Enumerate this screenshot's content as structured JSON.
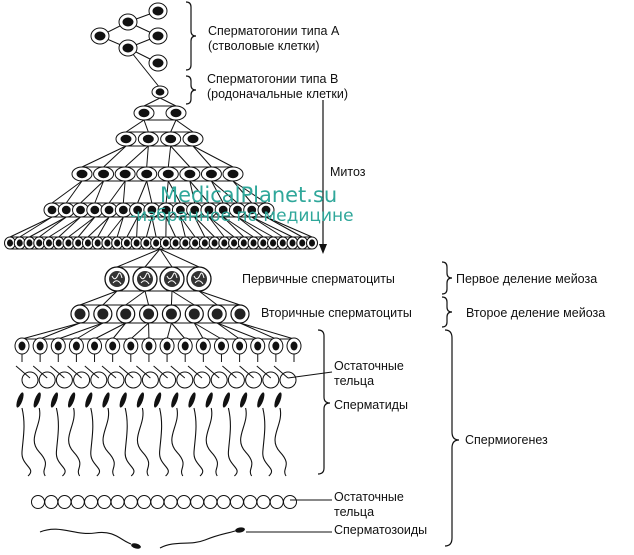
{
  "labels": {
    "sg_a_line1": "Сперматогонии типа А",
    "sg_a_line2": "(стволовые клетки)",
    "sg_b_line1": "Сперматогонии типа В",
    "sg_b_line2": "(родоначальные клетки)",
    "mitosis": "Митоз",
    "primary": "Первичные сперматоциты",
    "first_division": "Первое деление мейоза",
    "secondary": "Вторичные сперматоциты",
    "second_division": "Второе деление мейоза",
    "residual1_line1": "Остаточные",
    "residual1_line2": "тельца",
    "spermatids": "Сперматиды",
    "spermiogenesis": "Спермиогенез",
    "residual2_line1": "Остаточные",
    "residual2_line2": "тельца",
    "spermatozoa": "Сперматозоиды"
  },
  "watermark": {
    "line1": "MedicalPlanet.su",
    "line2": "-избранное по медицине"
  },
  "colors": {
    "ink": "#111111",
    "watermark": "#2fa79a",
    "background": "#ffffff"
  }
}
